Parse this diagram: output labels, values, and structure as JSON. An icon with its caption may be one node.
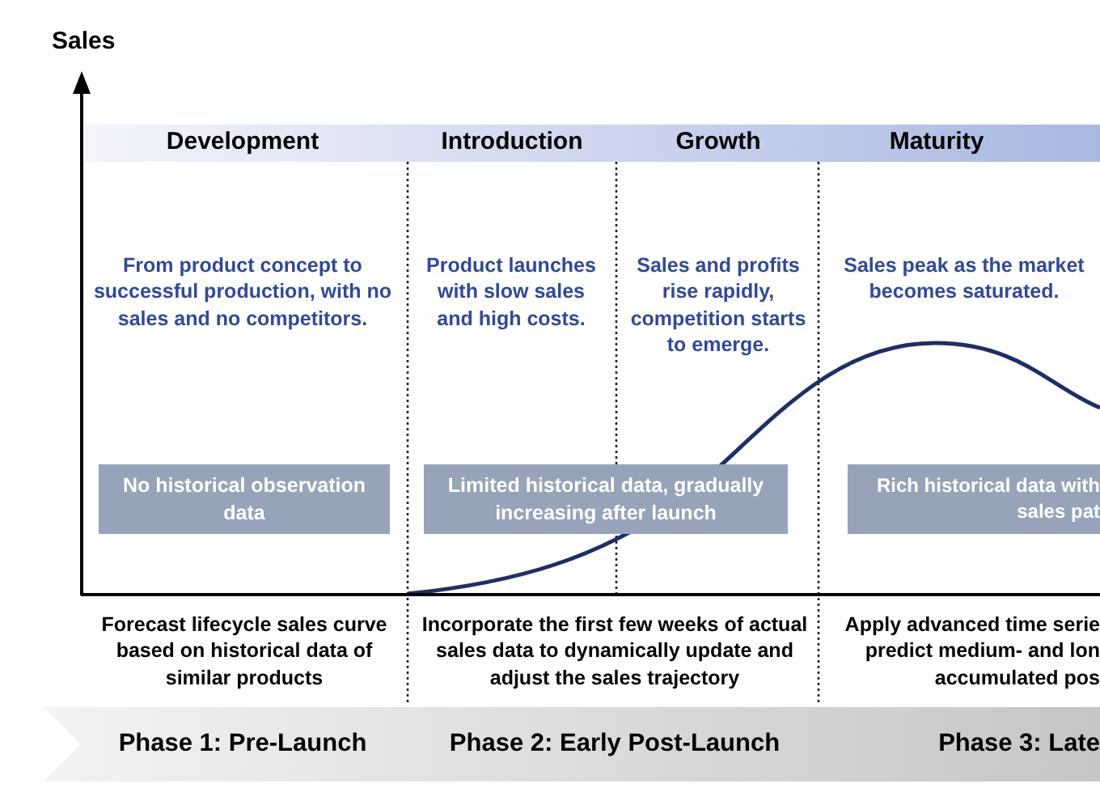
{
  "diagram": {
    "nodes": [
      {
        "text": [
          "No historical observation data"
        ]
      },
      {
        "text": [
          "Limited historical data, gradually increasing after launch"
        ]
      },
      {
        "text": [
          "Rich historical data with sales pat"
        ]
      }
    ],
    "edges": [],
    "labels": [
      "Sales",
      "Development",
      "Introduction",
      "Growth",
      "Maturity",
      "From product concept to successful production, with no sales and no competitors.",
      "Product launches with slow sales and high costs.",
      "Sales and profits rise rapidly, competition starts to emerge.",
      "Sales peak as the market becomes saturated.",
      "Forecast lifecycle sales curve based on historical data of similar products",
      "Incorporate the first few weeks of actual sales data to dynamically update and adjust the sales trajectory",
      "Apply advanced time serie predict medium- and lon accumulated pos",
      "Phase 1: Pre-Launch",
      "Phase 2: Early Post-Launch",
      "Phase 3: Late"
    ]
  }
}
